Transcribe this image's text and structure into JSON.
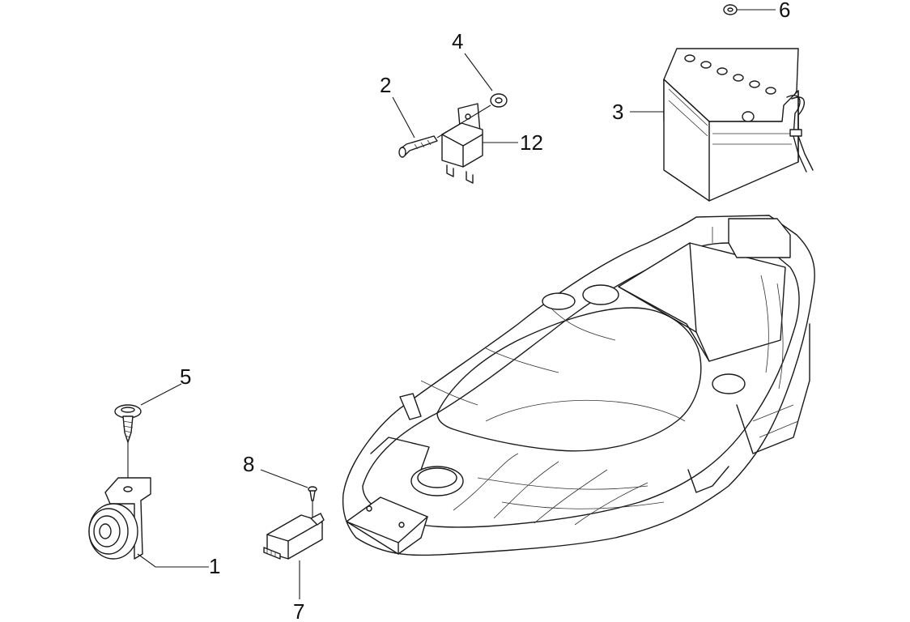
{
  "callouts": {
    "c1": "1",
    "c2": "2",
    "c3": "3",
    "c4": "4",
    "c5": "5",
    "c6": "6",
    "c7": "7",
    "c8": "8",
    "c12": "12"
  },
  "colors": {
    "line": "#1a1a1a",
    "background": "#ffffff"
  }
}
